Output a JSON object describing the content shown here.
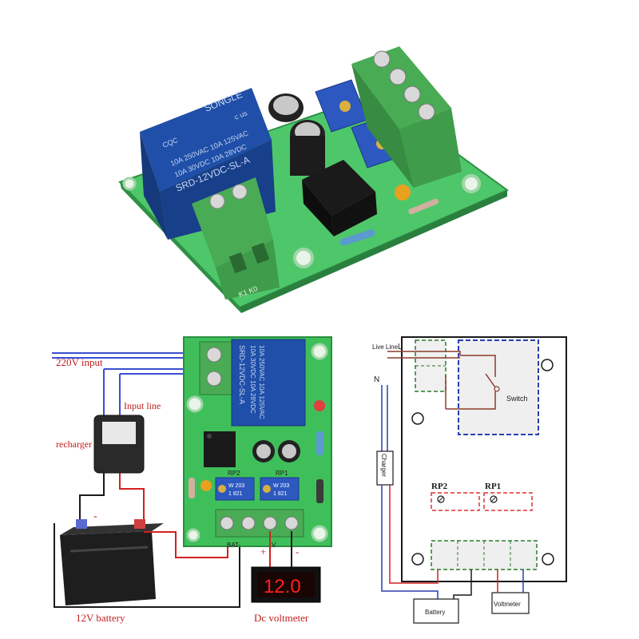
{
  "top_photo": {
    "relay_brand": "SONGLE",
    "relay_line1": "10A 250VAC  10A 125VAC",
    "relay_line2": "10A 30VDC  10A 28VDC",
    "relay_model": "SRD-12VDC-SL-A",
    "cert_cqc": "CQC",
    "cert_us": "c   us",
    "terminal_labels": "K1  K0"
  },
  "wiring": {
    "ac_input": "220V input",
    "input_line": "Input line",
    "recharger": "recharger",
    "battery": "12V battery",
    "voltmeter": "Dc voltmeter",
    "voltmeter_reading": "12.0",
    "minus": "-",
    "plus": "+",
    "bat_label": "BAT-",
    "v_label": "V",
    "rp1": "RP1",
    "rp2": "RP2",
    "relay_text1": "10A 250VAC  10A 125VAC",
    "relay_text2": "10A 30VDC  10A 28VDC",
    "relay_model": "SRD-12VDC-SL-A",
    "pot_code1": "W  203",
    "pot_code2": "1  821"
  },
  "schematic": {
    "live_line": "Live Line",
    "L": "L",
    "N": "N",
    "switch": "Switch",
    "charger": "Charger",
    "rp2": "RP2",
    "rp1": "RP1",
    "battery": "Battery",
    "voltmeter": "Voltmeter"
  },
  "colors": {
    "pcb_green": "#3fbf5a",
    "terminal_green": "#3f9c4a",
    "relay_blue": "#1f4fa8",
    "wire_blue": "#3a4fd0",
    "wire_red": "#d42020",
    "wire_black": "#1a1a1a",
    "schem_brown": "#8b3a2a",
    "dash_red": "#e03030",
    "dash_green": "#2a7a2a",
    "dash_blue": "#2a3fb0"
  }
}
